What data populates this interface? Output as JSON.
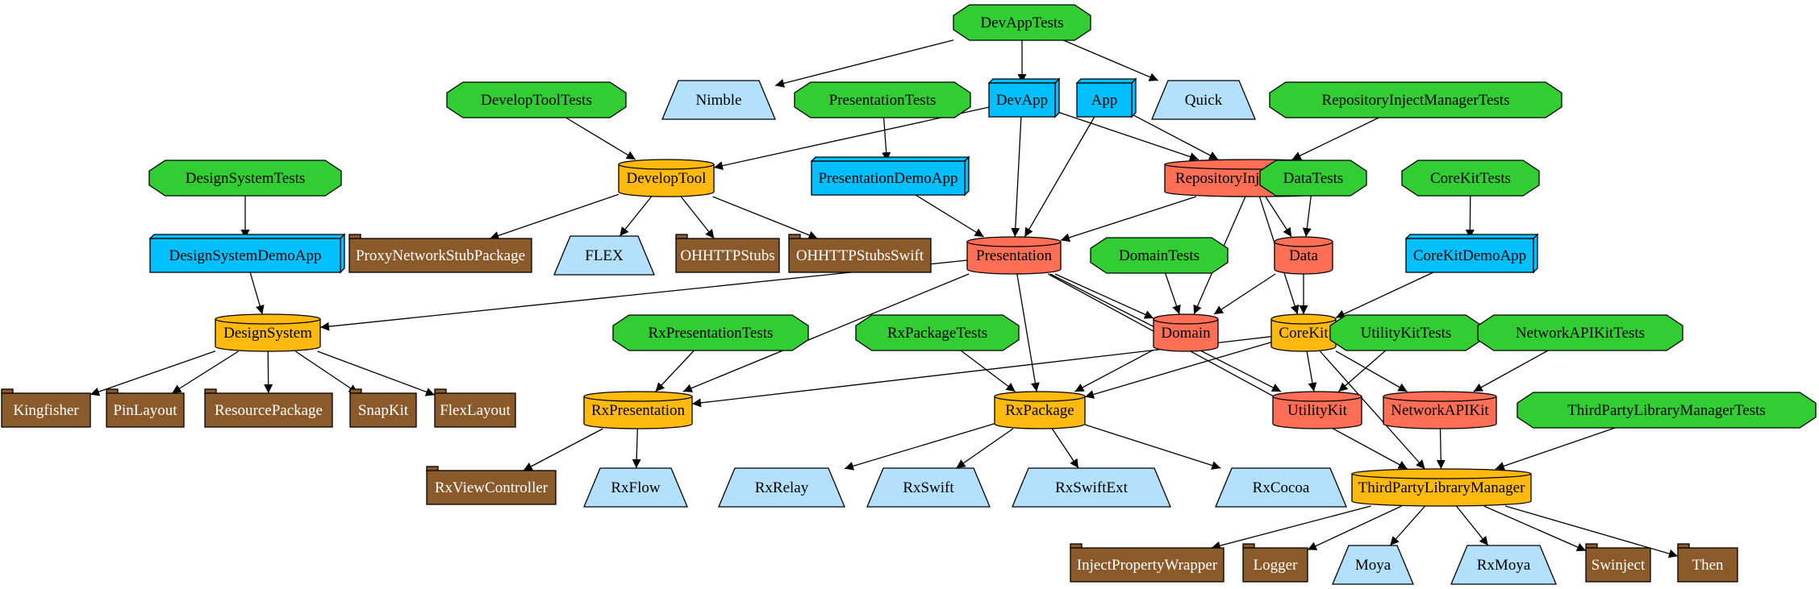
{
  "colors": {
    "test": "#32cd32",
    "app": "#00bfff",
    "kit": "#ffb90f",
    "module": "#ff6f56",
    "external": "#b3e0fa",
    "package": "#8b5a2b",
    "edge": "#000000"
  },
  "nodes": [
    {
      "id": "DevAppTests",
      "label": "DevAppTests",
      "type": "test"
    },
    {
      "id": "Nimble",
      "label": "Nimble",
      "type": "external"
    },
    {
      "id": "DevApp",
      "label": "DevApp",
      "type": "app"
    },
    {
      "id": "App",
      "label": "App",
      "type": "app"
    },
    {
      "id": "Quick",
      "label": "Quick",
      "type": "external"
    },
    {
      "id": "DevelopToolTests",
      "label": "DevelopToolTests",
      "type": "test"
    },
    {
      "id": "PresentationTests",
      "label": "PresentationTests",
      "type": "test"
    },
    {
      "id": "RepositoryInjectManagerTests",
      "label": "RepositoryInjectManagerTests",
      "type": "test"
    },
    {
      "id": "DevelopTool",
      "label": "DevelopTool",
      "type": "kit"
    },
    {
      "id": "PresentationDemoApp",
      "label": "PresentationDemoApp",
      "type": "app"
    },
    {
      "id": "RepositoryInjectManager",
      "label": "RepositoryInjectManager",
      "type": "module"
    },
    {
      "id": "DataTests",
      "label": "DataTests",
      "type": "test"
    },
    {
      "id": "CoreKitTests",
      "label": "CoreKitTests",
      "type": "test"
    },
    {
      "id": "DesignSystemTests",
      "label": "DesignSystemTests",
      "type": "test"
    },
    {
      "id": "DesignSystemDemoApp",
      "label": "DesignSystemDemoApp",
      "type": "app"
    },
    {
      "id": "ProxyNetworkStubPackage",
      "label": "ProxyNetworkStubPackage",
      "type": "package"
    },
    {
      "id": "FLEX",
      "label": "FLEX",
      "type": "external"
    },
    {
      "id": "OHHTTPStubs",
      "label": "OHHTTPStubs",
      "type": "package"
    },
    {
      "id": "OHHTTPStubsSwift",
      "label": "OHHTTPStubsSwift",
      "type": "package"
    },
    {
      "id": "Presentation",
      "label": "Presentation",
      "type": "module"
    },
    {
      "id": "DomainTests",
      "label": "DomainTests",
      "type": "test"
    },
    {
      "id": "Data",
      "label": "Data",
      "type": "module"
    },
    {
      "id": "CoreKitDemoApp",
      "label": "CoreKitDemoApp",
      "type": "app"
    },
    {
      "id": "DesignSystem",
      "label": "DesignSystem",
      "type": "kit"
    },
    {
      "id": "RxPresentationTests",
      "label": "RxPresentationTests",
      "type": "test"
    },
    {
      "id": "RxPackageTests",
      "label": "RxPackageTests",
      "type": "test"
    },
    {
      "id": "Domain",
      "label": "Domain",
      "type": "module"
    },
    {
      "id": "CoreKit",
      "label": "CoreKit",
      "type": "kit"
    },
    {
      "id": "UtilityKitTests",
      "label": "UtilityKitTests",
      "type": "test"
    },
    {
      "id": "NetworkAPIKitTests",
      "label": "NetworkAPIKitTests",
      "type": "test"
    },
    {
      "id": "Kingfisher",
      "label": "Kingfisher",
      "type": "package"
    },
    {
      "id": "PinLayout",
      "label": "PinLayout",
      "type": "package"
    },
    {
      "id": "ResourcePackage",
      "label": "ResourcePackage",
      "type": "package"
    },
    {
      "id": "SnapKit",
      "label": "SnapKit",
      "type": "package"
    },
    {
      "id": "FlexLayout",
      "label": "FlexLayout",
      "type": "package"
    },
    {
      "id": "RxPresentation",
      "label": "RxPresentation",
      "type": "kit"
    },
    {
      "id": "RxPackage",
      "label": "RxPackage",
      "type": "kit"
    },
    {
      "id": "UtilityKit",
      "label": "UtilityKit",
      "type": "module"
    },
    {
      "id": "NetworkAPIKit",
      "label": "NetworkAPIKit",
      "type": "module"
    },
    {
      "id": "ThirdPartyLibraryManagerTests",
      "label": "ThirdPartyLibraryManagerTests",
      "type": "test"
    },
    {
      "id": "RxViewController",
      "label": "RxViewController",
      "type": "package"
    },
    {
      "id": "RxFlow",
      "label": "RxFlow",
      "type": "external"
    },
    {
      "id": "RxRelay",
      "label": "RxRelay",
      "type": "external"
    },
    {
      "id": "RxSwift",
      "label": "RxSwift",
      "type": "external"
    },
    {
      "id": "RxSwiftExt",
      "label": "RxSwiftExt",
      "type": "external"
    },
    {
      "id": "RxCocoa",
      "label": "RxCocoa",
      "type": "external"
    },
    {
      "id": "ThirdPartyLibraryManager",
      "label": "ThirdPartyLibraryManager",
      "type": "kit"
    },
    {
      "id": "InjectPropertyWrapper",
      "label": "InjectPropertyWrapper",
      "type": "package"
    },
    {
      "id": "Logger",
      "label": "Logger",
      "type": "package"
    },
    {
      "id": "Moya",
      "label": "Moya",
      "type": "external"
    },
    {
      "id": "RxMoya",
      "label": "RxMoya",
      "type": "external"
    },
    {
      "id": "Swinject",
      "label": "Swinject",
      "type": "package"
    },
    {
      "id": "Then",
      "label": "Then",
      "type": "package"
    }
  ],
  "edges": [
    {
      "from": "DevAppTests",
      "to": "Nimble"
    },
    {
      "from": "DevAppTests",
      "to": "DevApp"
    },
    {
      "from": "DevAppTests",
      "to": "Quick"
    },
    {
      "from": "DevelopToolTests",
      "to": "DevelopTool"
    },
    {
      "from": "PresentationTests",
      "to": "PresentationDemoApp"
    },
    {
      "from": "DevApp",
      "to": "DevelopTool"
    },
    {
      "from": "DevApp",
      "to": "Presentation"
    },
    {
      "from": "DevApp",
      "to": "RepositoryInjectManager"
    },
    {
      "from": "App",
      "to": "RepositoryInjectManager"
    },
    {
      "from": "App",
      "to": "Presentation"
    },
    {
      "from": "RepositoryInjectManagerTests",
      "to": "RepositoryInjectManager"
    },
    {
      "from": "DevelopTool",
      "to": "ProxyNetworkStubPackage"
    },
    {
      "from": "DevelopTool",
      "to": "FLEX"
    },
    {
      "from": "DevelopTool",
      "to": "OHHTTPStubs"
    },
    {
      "from": "DevelopTool",
      "to": "OHHTTPStubsSwift"
    },
    {
      "from": "PresentationDemoApp",
      "to": "Presentation"
    },
    {
      "from": "RepositoryInjectManager",
      "to": "Presentation"
    },
    {
      "from": "RepositoryInjectManager",
      "to": "Data"
    },
    {
      "from": "RepositoryInjectManager",
      "to": "Domain"
    },
    {
      "from": "RepositoryInjectManager",
      "to": "CoreKit"
    },
    {
      "from": "DataTests",
      "to": "Data"
    },
    {
      "from": "CoreKitTests",
      "to": "CoreKitDemoApp"
    },
    {
      "from": "DesignSystemTests",
      "to": "DesignSystemDemoApp"
    },
    {
      "from": "DesignSystemDemoApp",
      "to": "DesignSystem"
    },
    {
      "from": "Presentation",
      "to": "DesignSystem"
    },
    {
      "from": "Presentation",
      "to": "RxPresentation"
    },
    {
      "from": "Presentation",
      "to": "RxPackage"
    },
    {
      "from": "Presentation",
      "to": "Domain"
    },
    {
      "from": "Presentation",
      "to": "UtilityKit"
    },
    {
      "from": "Presentation",
      "to": "ThirdPartyLibraryManager"
    },
    {
      "from": "DomainTests",
      "to": "Domain"
    },
    {
      "from": "Data",
      "to": "Domain"
    },
    {
      "from": "Data",
      "to": "CoreKit"
    },
    {
      "from": "CoreKitDemoApp",
      "to": "CoreKit"
    },
    {
      "from": "DesignSystem",
      "to": "Kingfisher"
    },
    {
      "from": "DesignSystem",
      "to": "PinLayout"
    },
    {
      "from": "DesignSystem",
      "to": "ResourcePackage"
    },
    {
      "from": "DesignSystem",
      "to": "SnapKit"
    },
    {
      "from": "DesignSystem",
      "to": "FlexLayout"
    },
    {
      "from": "RxPresentationTests",
      "to": "RxPresentation"
    },
    {
      "from": "RxPackageTests",
      "to": "RxPackage"
    },
    {
      "from": "Domain",
      "to": "RxPackage"
    },
    {
      "from": "CoreKit",
      "to": "RxPresentation"
    },
    {
      "from": "CoreKit",
      "to": "RxPackage"
    },
    {
      "from": "CoreKit",
      "to": "UtilityKit"
    },
    {
      "from": "CoreKit",
      "to": "NetworkAPIKit"
    },
    {
      "from": "CoreKit",
      "to": "ThirdPartyLibraryManager"
    },
    {
      "from": "UtilityKitTests",
      "to": "UtilityKit"
    },
    {
      "from": "NetworkAPIKitTests",
      "to": "NetworkAPIKit"
    },
    {
      "from": "RxPresentation",
      "to": "RxViewController"
    },
    {
      "from": "RxPresentation",
      "to": "RxFlow"
    },
    {
      "from": "RxPackage",
      "to": "RxRelay"
    },
    {
      "from": "RxPackage",
      "to": "RxSwift"
    },
    {
      "from": "RxPackage",
      "to": "RxSwiftExt"
    },
    {
      "from": "RxPackage",
      "to": "RxCocoa"
    },
    {
      "from": "NetworkAPIKit",
      "to": "ThirdPartyLibraryManager"
    },
    {
      "from": "ThirdPartyLibraryManagerTests",
      "to": "ThirdPartyLibraryManager"
    },
    {
      "from": "ThirdPartyLibraryManager",
      "to": "InjectPropertyWrapper"
    },
    {
      "from": "ThirdPartyLibraryManager",
      "to": "Logger"
    },
    {
      "from": "ThirdPartyLibraryManager",
      "to": "Moya"
    },
    {
      "from": "ThirdPartyLibraryManager",
      "to": "RxMoya"
    },
    {
      "from": "ThirdPartyLibraryManager",
      "to": "Swinject"
    },
    {
      "from": "ThirdPartyLibraryManager",
      "to": "Then"
    }
  ]
}
